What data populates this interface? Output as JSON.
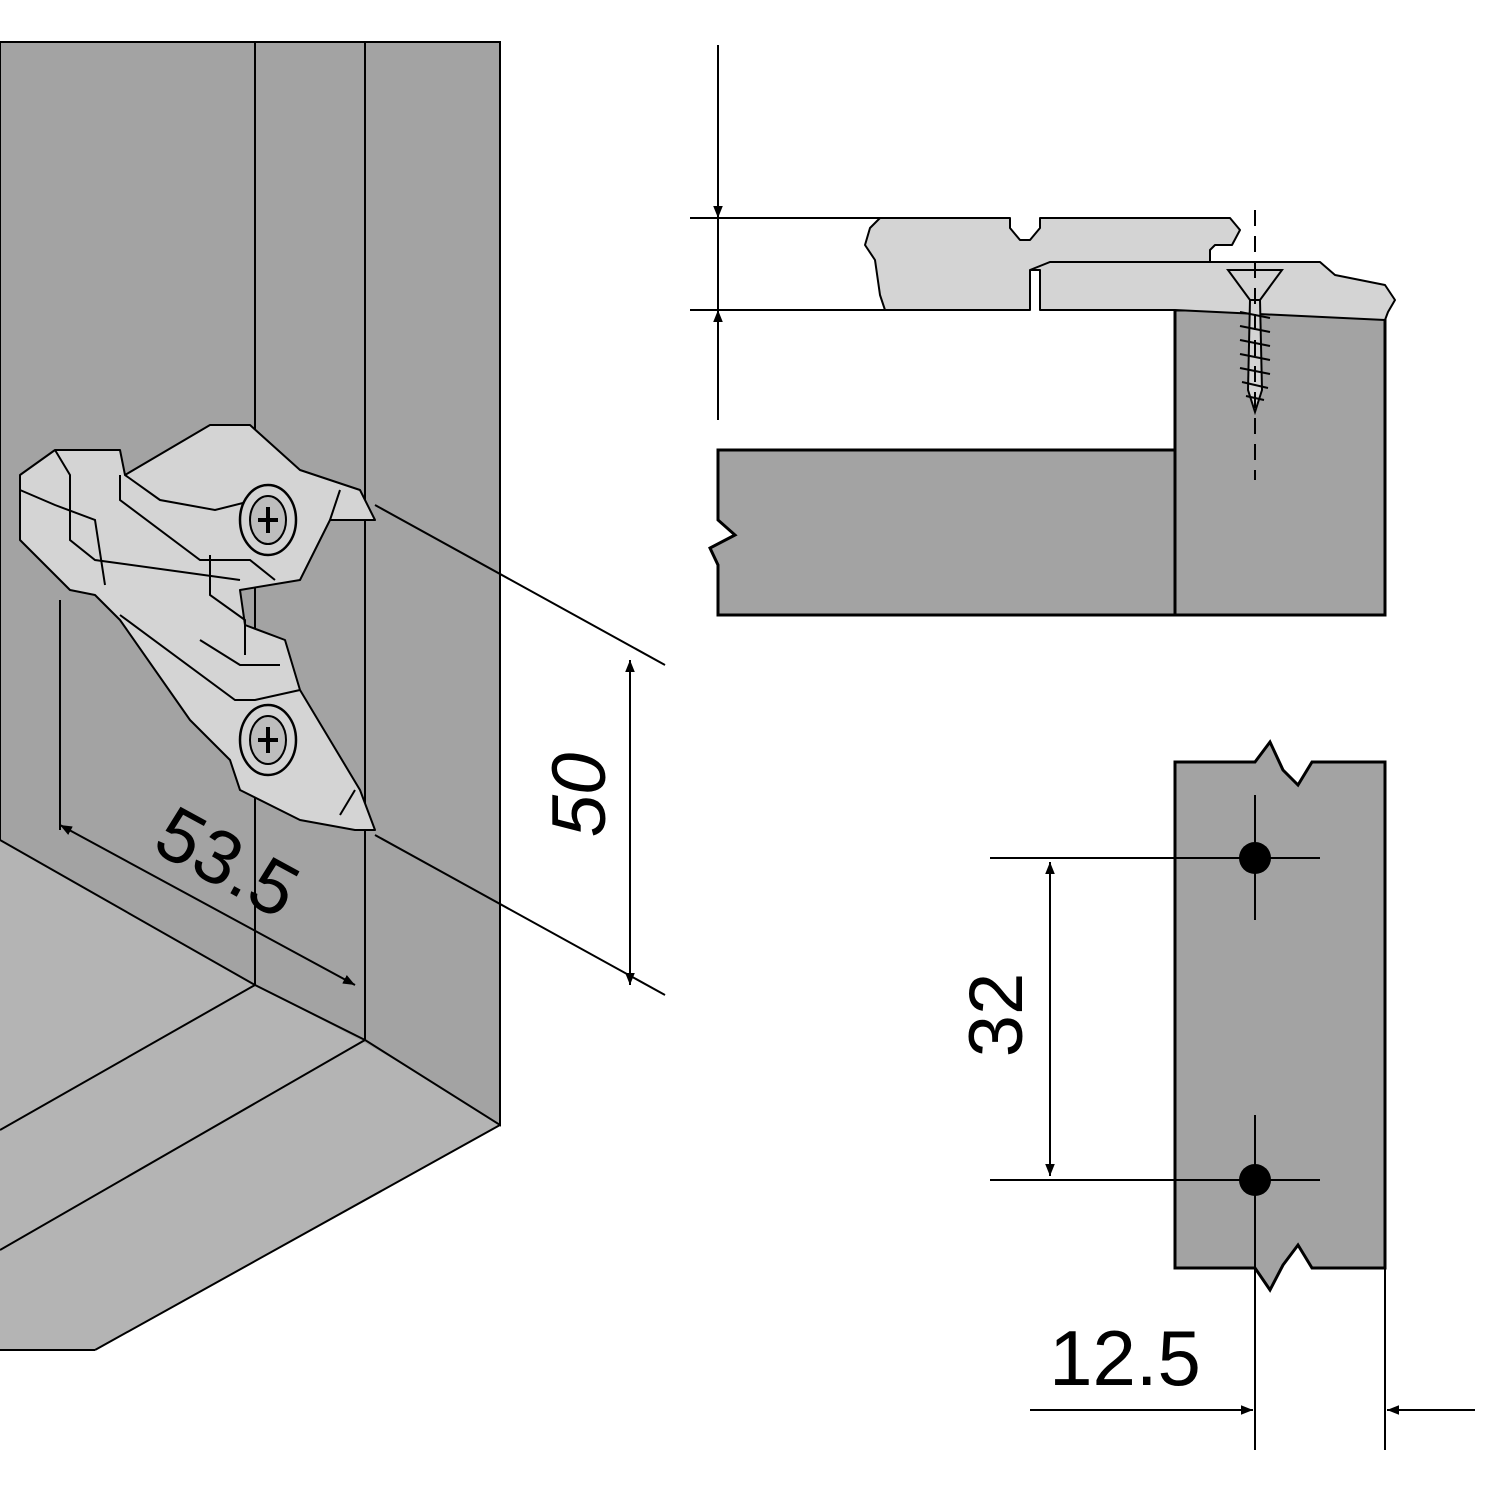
{
  "dimensions": {
    "depth": "53.5",
    "hole_spacing_vertical": "50",
    "hole_spacing": "32",
    "edge_offset": "12.5"
  },
  "colors": {
    "panel": "#a3a3a3",
    "panel_light": "#b4b4b4",
    "plate": "#d4d4d4",
    "outline": "#000000",
    "background": "#ffffff"
  },
  "icons": {
    "screw": "screw-icon",
    "phillips_screw_head": "phillips-head-icon",
    "drill_hole": "drill-hole-icon"
  }
}
